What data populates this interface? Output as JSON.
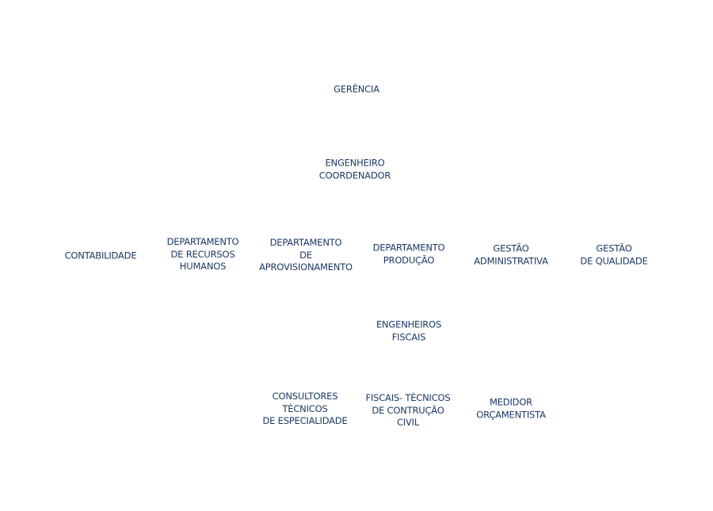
{
  "colors": {
    "text": "#1b3a63",
    "background": "#ffffff"
  },
  "nodes": {
    "gerencia": [
      "GERÊNCIA"
    ],
    "engenheiro_coordenador": [
      "ENGENHEIRO",
      "COORDENADOR"
    ],
    "contabilidade": [
      "CONTABILIDADE"
    ],
    "dep_recursos_humanos": [
      "DEPARTAMENTO",
      "DE RECURSOS",
      "HUMANOS"
    ],
    "dep_aprovisionamento": [
      "DEPARTAMENTO",
      "DE",
      "APROVISIONAMENTO"
    ],
    "dep_producao": [
      "DEPARTAMENTO",
      "PRODUÇÃO"
    ],
    "gestao_administrativa": [
      "GESTÃO",
      "ADMINISTRATIVA"
    ],
    "gestao_qualidade": [
      "GESTÃO",
      "DE QUALIDADE"
    ],
    "engenheiros_fiscais": [
      "ENGENHEIROS",
      "FISCAIS"
    ],
    "consultores_tecnicos": [
      "CONSULTORES",
      "TÈCNICOS",
      "DE ESPECIALIDADE"
    ],
    "fiscais_tecnicos": [
      "FISCAIS- TÈCNICOS",
      "DE CONTRUÇÃO",
      "CIVIL"
    ],
    "medidor_orcamentista": [
      "MEDIDOR",
      "ORÇAMENTISTA"
    ]
  }
}
